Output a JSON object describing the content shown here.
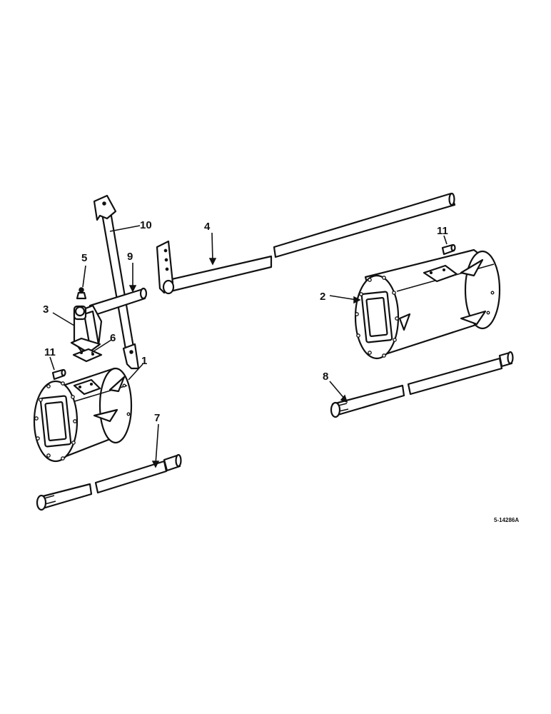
{
  "diagram": {
    "part_labels": [
      "1",
      "2",
      "3",
      "4",
      "5",
      "6",
      "7",
      "8",
      "9",
      "10",
      "11",
      "11"
    ],
    "reference_code": "5-14286A"
  }
}
